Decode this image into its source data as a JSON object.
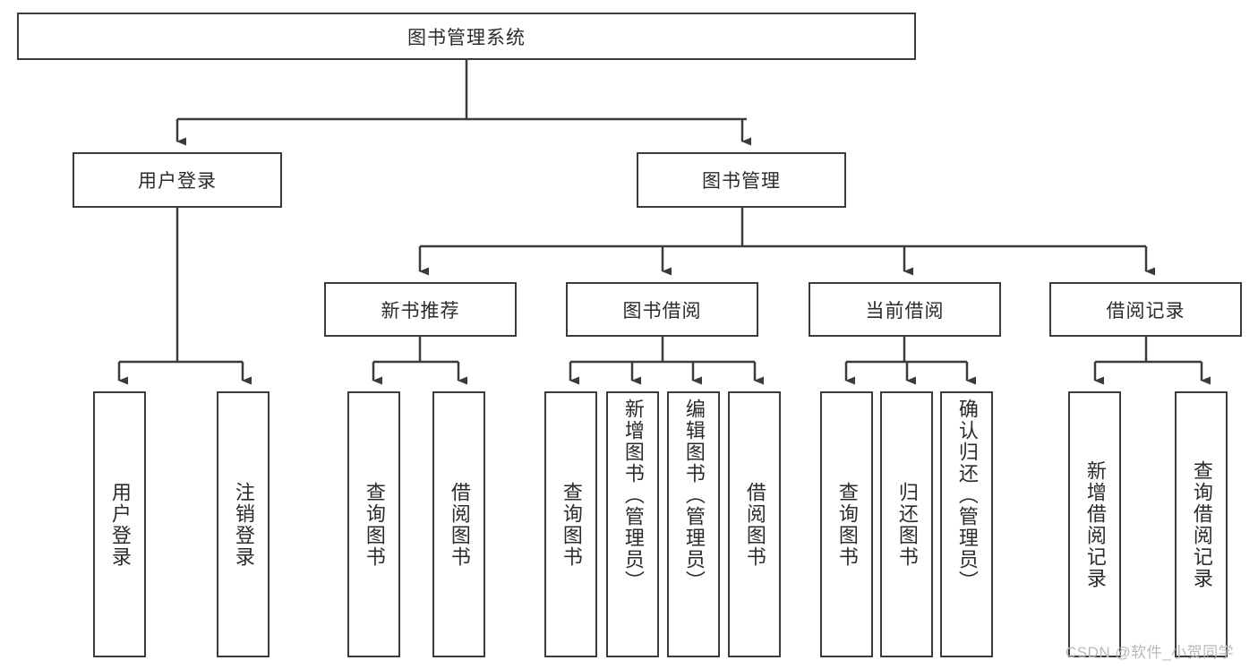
{
  "diagram": {
    "title_node": {
      "label": "图书管理系统"
    },
    "level2": [
      {
        "label": "用户登录"
      },
      {
        "label": "图书管理"
      }
    ],
    "level3": [
      {
        "label": "新书推荐"
      },
      {
        "label": "图书借阅"
      },
      {
        "label": "当前借阅"
      },
      {
        "label": "借阅记录"
      }
    ],
    "leaves": {
      "user_login": [
        {
          "label": "用户登录"
        },
        {
          "label": "注销登录"
        }
      ],
      "new_book_recommend": [
        {
          "label": "查询图书"
        },
        {
          "label": "借阅图书"
        }
      ],
      "book_borrow": [
        {
          "label": "查询图书"
        },
        {
          "label": "新增图书（管理员）"
        },
        {
          "label": "编辑图书（管理员）"
        },
        {
          "label": "借阅图书"
        }
      ],
      "current_borrow": [
        {
          "label": "查询图书"
        },
        {
          "label": "归还图书"
        },
        {
          "label": "确认归还（管理员）"
        }
      ],
      "borrow_record": [
        {
          "label": "新增借阅记录"
        },
        {
          "label": "查询借阅记录"
        }
      ]
    }
  },
  "watermark": {
    "text": "CSDN @软件_小贺同学"
  },
  "colors": {
    "stroke": "#3b3b3b",
    "text": "#2b2b2b",
    "background": "#ffffff",
    "watermark": "#b9b9b9"
  }
}
